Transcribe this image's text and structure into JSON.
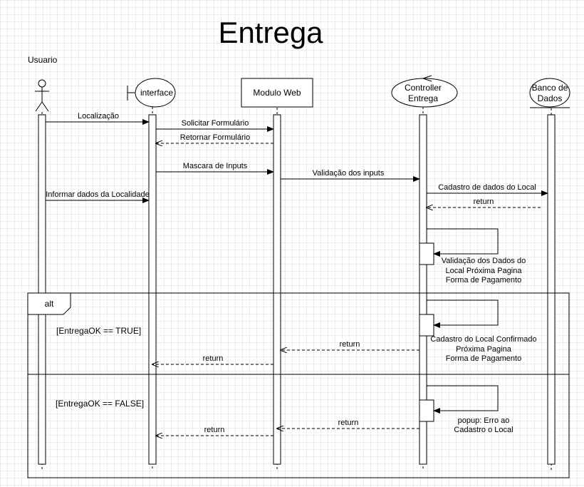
{
  "title": "Entrega",
  "actor": {
    "label": "Usuario"
  },
  "participants": {
    "interface": "interface",
    "modulo_web": "Modulo Web",
    "controller_line1": "Controller",
    "controller_line2": "Entrega",
    "banco_line1": "Banco de",
    "banco_line2": "Dados"
  },
  "messages": {
    "localizacao": "Localização",
    "solicitar_formulario": "Solicitar Formulário",
    "retornar_formulario": "Retornar Formulário",
    "mascara_inputs": "Mascara de Inputs",
    "validacao_inputs": "Validação dos inputs",
    "informar_dados": "Informar dados da Localidade",
    "cadastro_dados_local": "Cadastro de dados do Local",
    "return_banco": "return",
    "self_validacao_1": "Validação dos Dados do",
    "self_validacao_2": "Local Próxima Pagina",
    "self_validacao_3": "Forma de Pagamento",
    "self_confirmado_1": "Cadastro do Local Confirmado",
    "self_confirmado_2": "Próxima Pagina",
    "self_confirmado_3": "Forma de Pagamento",
    "return_true_controller": "return",
    "return_true_modulo": "return",
    "self_erro_1": "popup: Erro ao",
    "self_erro_2": "Cadastro o Local",
    "return_false_controller": "return",
    "return_false_modulo": "return"
  },
  "fragment": {
    "operator": "alt",
    "guard_true": "[EntregaOK == TRUE]",
    "guard_false": "[EntregaOK == FALSE]"
  }
}
